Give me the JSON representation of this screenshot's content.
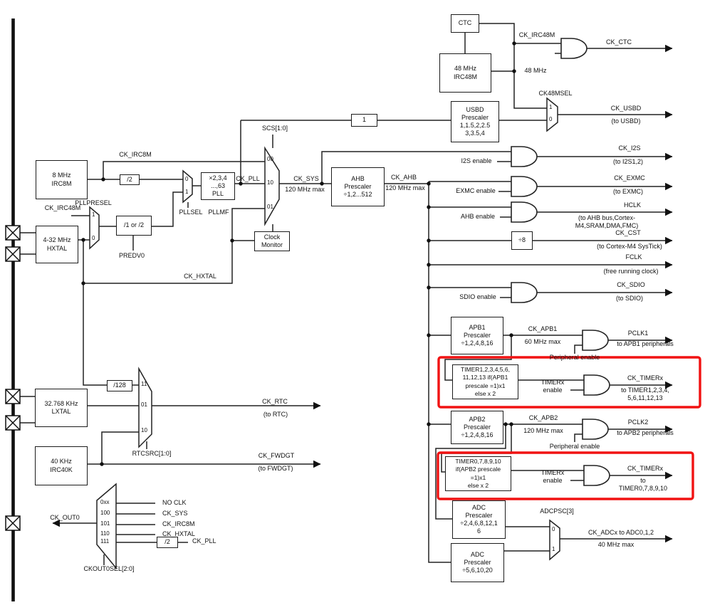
{
  "colors": {
    "wire": "#222222",
    "highlight": "#f11212",
    "background": "#ffffff"
  },
  "boxes": {
    "ctc": "CTC",
    "irc48m": "48 MHz\nIRC48M",
    "usbd_prescaler": "USBD\nPrescaler\n1,1.5,2,2.5\n3,3.5,4",
    "fixed_div1": "1",
    "irc8m": "8 MHz\nIRC8M",
    "div2_irc8m": "/2",
    "pll": "×2,3,4\n...,63\nPLL",
    "predv0_div": "/1 or /2",
    "hxtal": "4-32 MHz\nHXTAL",
    "clock_monitor": "Clock\nMonitor",
    "ahb_prescaler": "AHB\nPrescaler\n÷1,2...512",
    "div8": "÷8",
    "apb1_prescaler": "APB1\nPrescaler\n÷1,2,4,8,16",
    "timer_mult_apb1": "TIMER1,2,3,4,5,6,\n11,12,13 if(APB1\nprescale =1)x1\nelse x 2",
    "apb2_prescaler": "APB2\nPrescaler\n÷1,2,4,8,16",
    "timer_mult_apb2": "TIMER0,7,8,9,10\nif(APB2 prescale\n=1)x1\nelse x 2",
    "adc_prescaler_apb2": "ADC\nPrescaler\n÷2,4,6,8,12,1\n6",
    "adc_prescaler_ahb": "ADC\nPrescaler\n÷5,6,10,20",
    "lxtal": "32.768 KHz\nLXTAL",
    "div128": "/128",
    "irc40k": "40 KHz\nIRC40K",
    "div2_ckout": "/2"
  },
  "labels": {
    "ck_irc48m_top": "CK_IRC48M",
    "mhz48": "48 MHz",
    "ck_ctc": "CK_CTC",
    "ck48msel": "CK48MSEL",
    "ck_usbd": "CK_USBD",
    "to_usbd": "(to USBD)",
    "scs": "SCS[1:0]",
    "ck_irc8m": "CK_IRC8M",
    "ck_pll": "CK_PLL",
    "ck_sys": "CK_SYS",
    "sys_max": "120 MHz max",
    "ck_ahb": "CK_AHB",
    "ahb_max": "120 MHz max",
    "pllpresel": "PLLPRESEL",
    "ck_irc48m_left": "CK_IRC48M",
    "pllsel": "PLLSEL",
    "pllmf": "PLLMF",
    "predv0": "PREDV0",
    "ck_hxtal": "CK_HXTAL",
    "i2s_en": "I2S enable",
    "ck_i2s": "CK_I2S",
    "to_i2s": "(to I2S1,2)",
    "exmc_en": "EXMC enable",
    "ck_exmc": "CK_EXMC",
    "to_exmc": "(to EXMC)",
    "ahb_en": "AHB enable",
    "hclk": "HCLK",
    "to_hclk": "(to AHB bus,Cortex-M4,SRAM,DMA,FMC)",
    "ck_cst": "CK_CST",
    "to_cst": "(to Cortex-M4 SysTick)",
    "fclk": "FCLK",
    "free_run": "(free running clock)",
    "sdio_en": "SDIO enable",
    "ck_sdio": "CK_SDIO",
    "to_sdio": "(to SDIO)",
    "ck_apb1": "CK_APB1",
    "apb1_max": "60 MHz max",
    "periph_en1": "Peripheral enable",
    "pclk1": "PCLK1",
    "to_pclk1": "to APB1 peripherals",
    "timer_en1": "TIMERx\nenable",
    "ck_timerx1": "CK_TIMERx",
    "to_timerx1": "to TIMER1,2,3,4,\n5,6,11,12,13",
    "ck_apb2": "CK_APB2",
    "apb2_max": "120 MHz max",
    "periph_en2": "Peripheral enable",
    "pclk2": "PCLK2",
    "to_pclk2": "to APB2 peripherals",
    "timer_en2": "TIMERx\nenable",
    "ck_timerx2": "CK_TIMERx",
    "to_timerx2": "to\nTIMER0,7,8,9,10",
    "adcpsc": "ADCPSC[3]",
    "ck_adcx": "CK_ADCx to ADC0,1,2",
    "adc_max": "40 MHz max",
    "rtcsrc": "RTCSRC[1:0]",
    "ck_rtc": "CK_RTC",
    "to_rtc": "(to RTC)",
    "ck_fwdgt": "CK_FWDGT",
    "to_fwdgt": "(to FWDGT)",
    "ck_out0": "CK_OUT0",
    "no_clk": "NO CLK",
    "out_ck_sys": "CK_SYS",
    "out_ck_irc8m": "CK_IRC8M",
    "out_ck_hxtal": "CK_HXTAL",
    "out_ck_pll": "CK_PLL",
    "ckout0sel": "CKOUT0SEL[2:0]"
  },
  "ports": {
    "scs_irc8m": "00",
    "scs_pll": "10",
    "scs_hxtal": "01",
    "pllpresel_1": "1",
    "pllpresel_0": "0",
    "pllsel_0": "0",
    "pllsel_1": "1",
    "ck48msel_1": "1",
    "ck48msel_0": "0",
    "rtc_11": "11",
    "rtc_01": "01",
    "rtc_10": "10",
    "adcpsc_0": "0",
    "adcpsc_1": "1",
    "ckout_0xx": "0xx",
    "ckout_100": "100",
    "ckout_101": "101",
    "ckout_110": "110",
    "ckout_111": "111"
  }
}
